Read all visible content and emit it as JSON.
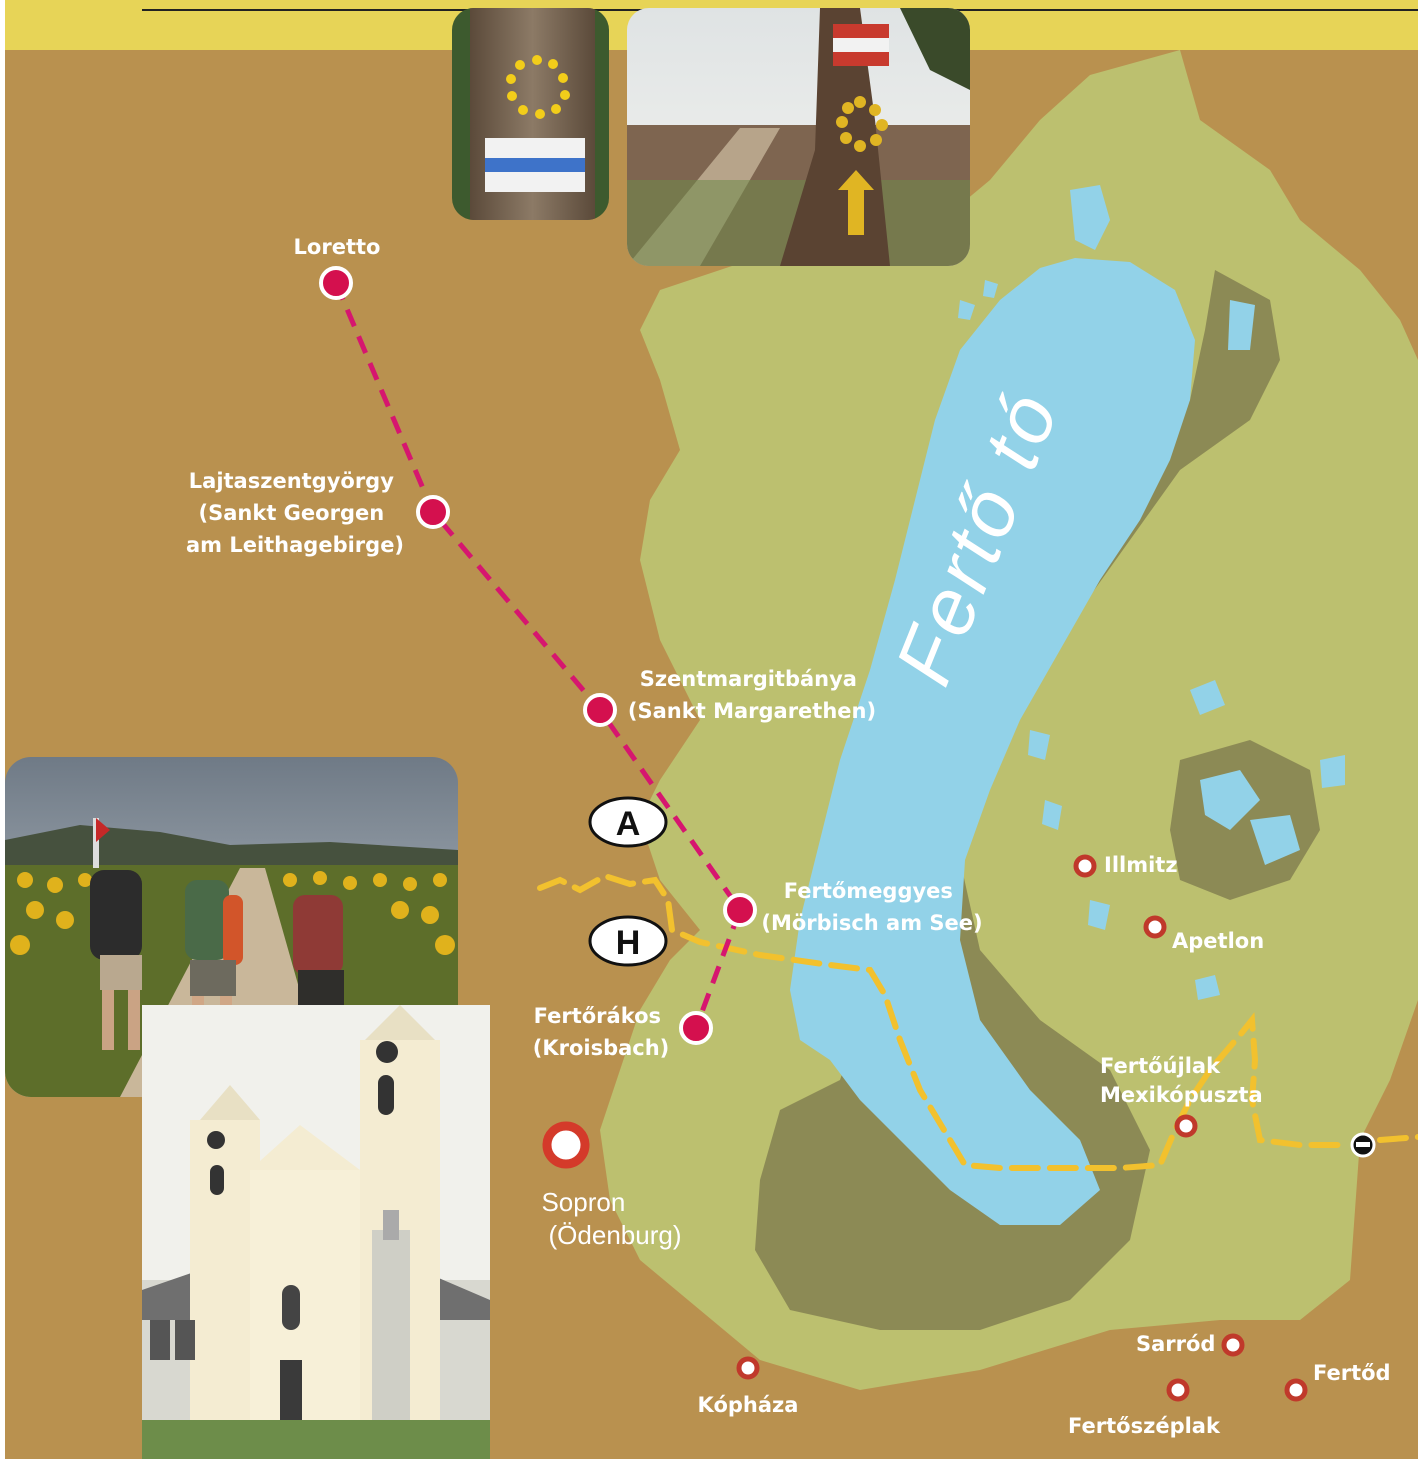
{
  "lake": {
    "name": "Fertő tó"
  },
  "country_markers": {
    "austria": "A",
    "hungary": "H"
  },
  "route_stops": [
    {
      "id": "loretto",
      "lines": [
        "Loretto"
      ]
    },
    {
      "id": "lajtaszentgyorgy",
      "lines": [
        "Lajtaszentgyörgy",
        "(Sankt Georgen",
        "am Leithagebirge)"
      ]
    },
    {
      "id": "szentmargitbanya",
      "lines": [
        "Szentmargitbánya",
        "(Sankt Margarethen)"
      ]
    },
    {
      "id": "fertomeggyes",
      "lines": [
        "Fertőmeggyes",
        "(Mörbisch am See)"
      ]
    },
    {
      "id": "fertorakos",
      "lines": [
        "Fertőrákos",
        "(Kroisbach)"
      ]
    }
  ],
  "cities": [
    {
      "id": "sopron",
      "lines": [
        "Sopron",
        "(Ödenburg)"
      ]
    }
  ],
  "villages": [
    {
      "id": "illmitz",
      "label": "Illmitz"
    },
    {
      "id": "apetlon",
      "label": "Apetlon"
    },
    {
      "id": "fertoujlak",
      "lines": [
        "Fertőújlak",
        "Mexikópuszta"
      ]
    },
    {
      "id": "sarrod",
      "label": "Sarród"
    },
    {
      "id": "fertod",
      "label": "Fertőd"
    },
    {
      "id": "kophaza",
      "label": "Kópháza"
    },
    {
      "id": "fertoszeplak",
      "label": "Fertőszéplak"
    }
  ],
  "colors": {
    "background": "#b9914f",
    "land": "#bcc06f",
    "wetland": "#8c8a55",
    "water": "#92d2e8",
    "route": "#d6166f",
    "stop": "#d4104e",
    "border": "#f2c12e",
    "village": "#c0392b",
    "header_band": "#e7d457"
  },
  "icons": {
    "route_stop": "red-dot-icon",
    "village": "red-ring-icon",
    "city": "large-red-ring-icon",
    "border_crossing": "crossing-icon"
  }
}
